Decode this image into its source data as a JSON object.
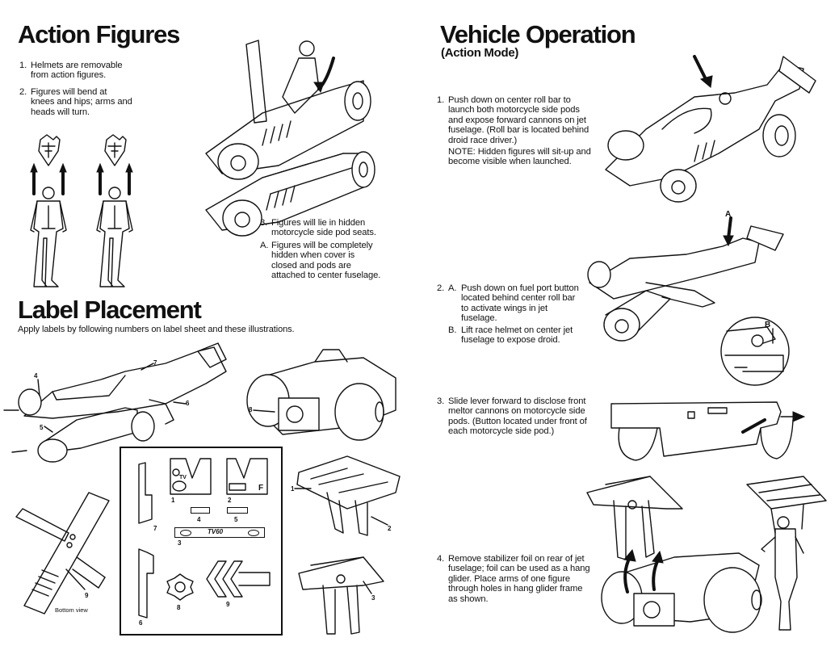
{
  "left_page": {
    "action_figures": {
      "title": "Action Figures",
      "items": [
        {
          "num": "1.",
          "text": "Helmets are removable from action figures."
        },
        {
          "num": "2.",
          "text": "Figures will bend at knees and hips; arms and heads will turn."
        },
        {
          "num": "3.",
          "text": "Figures will lie in hidden motorcycle side pod seats."
        },
        {
          "num": "A.",
          "text": "Figures will be completely hidden when cover is closed and pods are attached to center fuselage."
        }
      ]
    },
    "label_placement": {
      "title": "Label Placement",
      "subtitle": "Apply labels by following numbers on label sheet and these illustrations.",
      "bottom_view_caption": "Bottom view",
      "callouts": [
        "1",
        "2",
        "3",
        "4",
        "5",
        "6",
        "7",
        "8",
        "9"
      ],
      "sticker_sheet": {
        "stickers": [
          {
            "num": "1",
            "text": "TV"
          },
          {
            "num": "2",
            "text": "F"
          },
          {
            "num": "3",
            "text": "TV60"
          },
          {
            "num": "4",
            "text": ""
          },
          {
            "num": "5",
            "text": ""
          },
          {
            "num": "6",
            "text": ""
          },
          {
            "num": "7",
            "text": ""
          },
          {
            "num": "8",
            "text": ""
          },
          {
            "num": "9",
            "text": ""
          }
        ]
      }
    }
  },
  "right_page": {
    "title": "Vehicle Operation",
    "subtitle": "(Action Mode)",
    "steps": [
      {
        "num": "1.",
        "text": "Push down on center roll bar to launch both motorcycle side pods and expose forward cannons on jet fuselage. (Roll bar is located behind droid race driver.)",
        "note": "NOTE: Hidden figures will sit-up and become visible when launched."
      },
      {
        "num": "2.",
        "subs": [
          {
            "letter": "A.",
            "text": "Push down on fuel port button located behind center roll bar to activate wings in jet fuselage."
          },
          {
            "letter": "B.",
            "text": "Lift race helmet on center jet fuselage to expose droid."
          }
        ]
      },
      {
        "num": "3.",
        "text": "Slide lever forward to disclose front meltor cannons on motorcycle side pods. (Button located under front of each motorcycle side pod.)"
      },
      {
        "num": "4.",
        "text": "Remove stabilizer foil on rear of jet fuselage; foil can be used as a hang glider. Place arms of one figure through holes in hang glider frame as shown."
      }
    ],
    "diagram_labels": {
      "a": "A",
      "b": "B"
    }
  }
}
